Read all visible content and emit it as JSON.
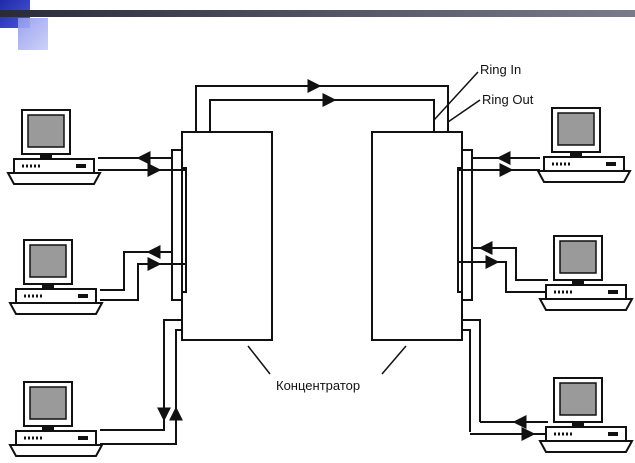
{
  "labels": {
    "ring_in": "Ring In",
    "ring_out": "Ring Out",
    "hub": "Концентратор"
  },
  "colors": {
    "accent_dark": "#1e2aa8",
    "accent_light": "#8f98ee",
    "bar": "#3a3a4a",
    "ink": "#111111"
  },
  "computers": [
    {
      "id": "pc-left-1",
      "side": "left"
    },
    {
      "id": "pc-left-2",
      "side": "left"
    },
    {
      "id": "pc-left-3",
      "side": "left"
    },
    {
      "id": "pc-right-1",
      "side": "right"
    },
    {
      "id": "pc-right-2",
      "side": "right"
    },
    {
      "id": "pc-right-3",
      "side": "right"
    }
  ]
}
